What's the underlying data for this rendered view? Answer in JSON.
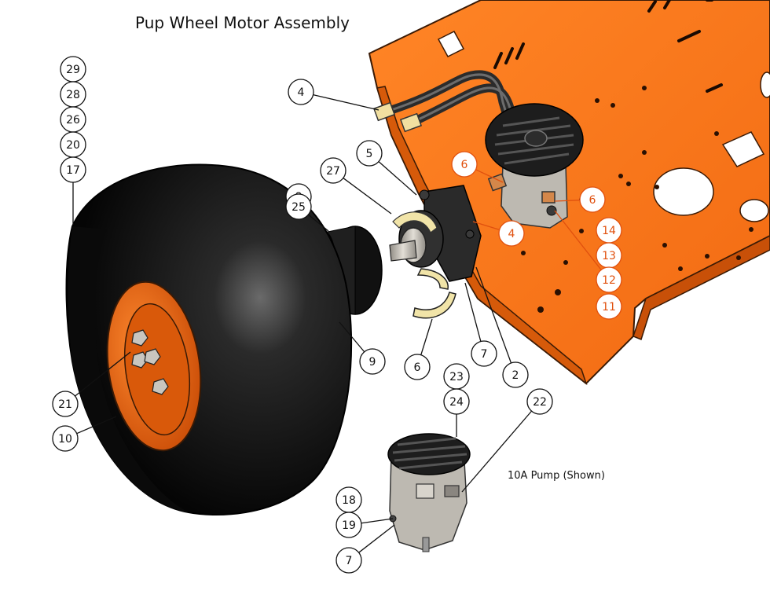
{
  "title": "Pup Wheel Motor Assembly",
  "note": "10A Pump (Shown)",
  "colors": {
    "plate": "#ff7a1c",
    "plate_dark": "#d65a0a",
    "plate_edge": "#3a1a05",
    "tire": "#0c0c0c",
    "rim": "#ff6a10",
    "metal": "#c9c6bf",
    "motor": "#1c1c1c",
    "callout_orange": "#e0500e",
    "callout_black": "#111111"
  },
  "callouts": [
    {
      "label": "29",
      "orange": false
    },
    {
      "label": "28",
      "orange": false
    },
    {
      "label": "26",
      "orange": false
    },
    {
      "label": "20",
      "orange": false
    },
    {
      "label": "17",
      "orange": false
    },
    {
      "label": "4",
      "orange": false
    },
    {
      "label": "5",
      "orange": false
    },
    {
      "label": "27",
      "orange": false
    },
    {
      "label": "8",
      "orange": false
    },
    {
      "label": "25",
      "orange": false
    },
    {
      "label": "6",
      "orange": true
    },
    {
      "label": "6",
      "orange": true
    },
    {
      "label": "4",
      "orange": true
    },
    {
      "label": "14",
      "orange": true
    },
    {
      "label": "13",
      "orange": true
    },
    {
      "label": "12",
      "orange": true
    },
    {
      "label": "11",
      "orange": true
    },
    {
      "label": "9",
      "orange": false
    },
    {
      "label": "7",
      "orange": false
    },
    {
      "label": "2",
      "orange": false
    },
    {
      "label": "6",
      "orange": false
    },
    {
      "label": "23",
      "orange": false
    },
    {
      "label": "24",
      "orange": false
    },
    {
      "label": "22",
      "orange": false
    },
    {
      "label": "21",
      "orange": false
    },
    {
      "label": "10",
      "orange": false
    },
    {
      "label": "18",
      "orange": false
    },
    {
      "label": "19",
      "orange": false
    },
    {
      "label": "7",
      "orange": false
    }
  ]
}
